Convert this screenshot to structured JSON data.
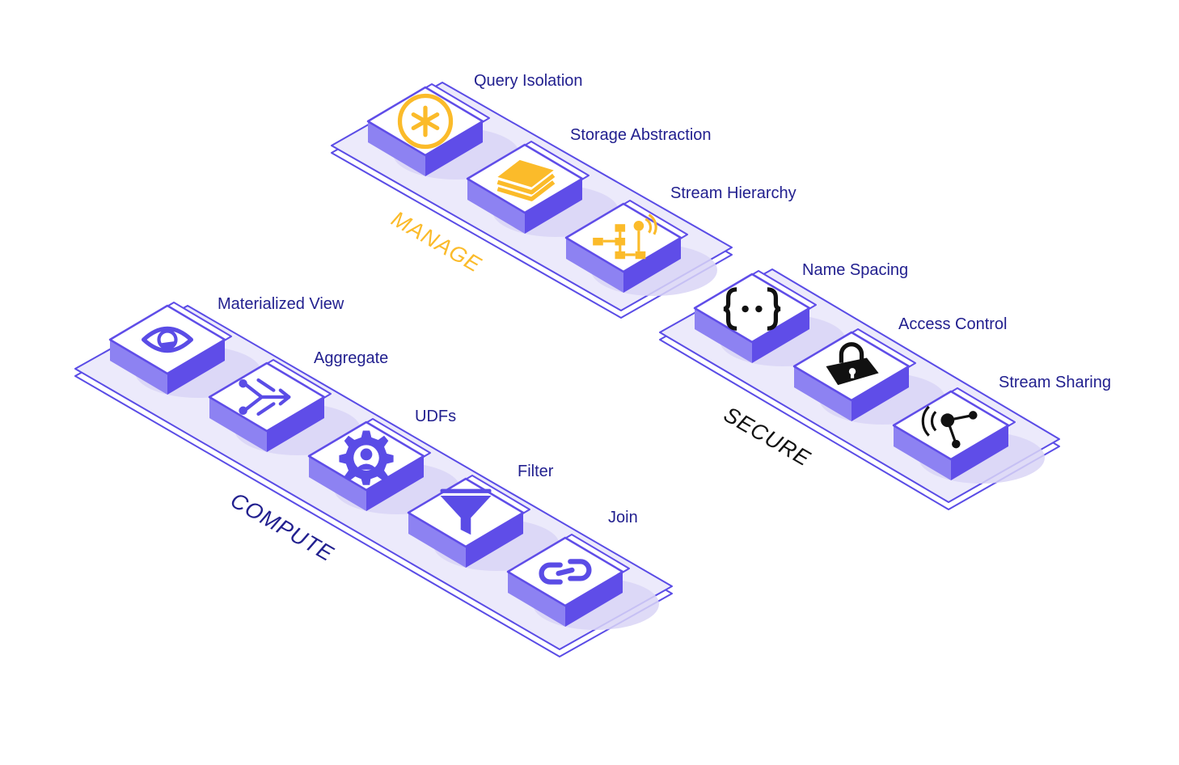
{
  "colors": {
    "text": "#22208f",
    "tray_fill": "#eceafb",
    "tray_stroke": "#5a4ce6",
    "tray_shadow": "#d9d5f6",
    "key_top": "#ffffff",
    "key_side": "#5f4de8",
    "key_side_light": "#8d82f2",
    "icon_manage": "#fbbb2a",
    "icon_compute": "#5a4ce6",
    "icon_secure": "#111111"
  },
  "groups": [
    {
      "id": "manage",
      "label": "MANAGE",
      "label_color": "#fbbb2a",
      "features": [
        {
          "label": "Query Isolation",
          "icon": "asterisk-circle-icon"
        },
        {
          "label": "Storage Abstraction",
          "icon": "layers-icon"
        },
        {
          "label": "Stream Hierarchy",
          "icon": "hierarchy-icon"
        }
      ]
    },
    {
      "id": "secure",
      "label": "SECURE",
      "label_color": "#111111",
      "features": [
        {
          "label": "Name Spacing",
          "icon": "braces-icon"
        },
        {
          "label": "Access Control",
          "icon": "padlock-icon"
        },
        {
          "label": "Stream Sharing",
          "icon": "share-icon"
        }
      ]
    },
    {
      "id": "compute",
      "label": "COMPUTE",
      "label_color": "#22208f",
      "features": [
        {
          "label": "Materialized View",
          "icon": "eye-icon"
        },
        {
          "label": "Aggregate",
          "icon": "merge-arrows-icon"
        },
        {
          "label": "UDFs",
          "icon": "gear-user-icon"
        },
        {
          "label": "Filter",
          "icon": "funnel-icon"
        },
        {
          "label": "Join",
          "icon": "chain-link-icon"
        }
      ]
    }
  ]
}
